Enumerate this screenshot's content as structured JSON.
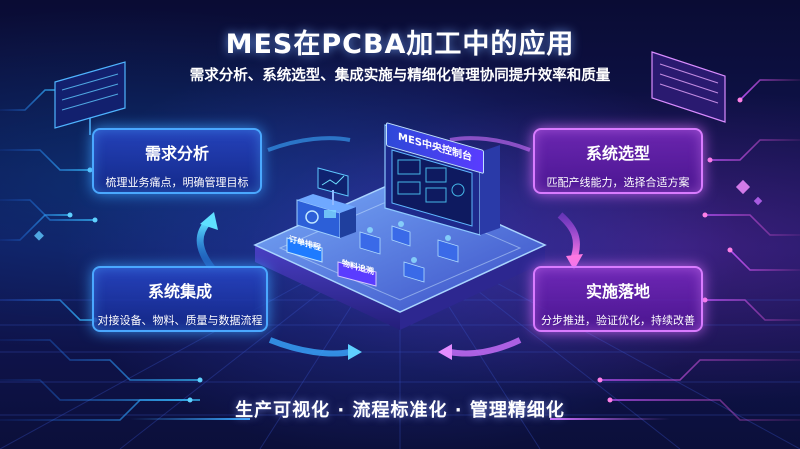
{
  "title": "MES在PCBA加工中的应用",
  "subtitle": "需求分析、系统选型、集成实施与精细化管理协同提升效率和质量",
  "cards": {
    "analysis": {
      "heading": "需求分析",
      "desc": "梳理业务痛点，明确管理目标"
    },
    "selection": {
      "heading": "系统选型",
      "desc": "匹配产线能力，选择合适方案"
    },
    "integration": {
      "heading": "系统集成",
      "desc": "对接设备、物料、质量与数据流程"
    },
    "landing": {
      "heading": "实施落地",
      "desc": "分步推进，验证优化，持续改善"
    }
  },
  "platform": {
    "control_sign": "MES中央控制台",
    "label_left": "订单排程",
    "label_center": "物料追溯"
  },
  "footer": "生产可视化 · 流程标准化 · 管理精细化",
  "colors": {
    "blue_accent": "#4aa8ff",
    "purple_accent": "#d97bff",
    "background": "#0b0f3a"
  }
}
